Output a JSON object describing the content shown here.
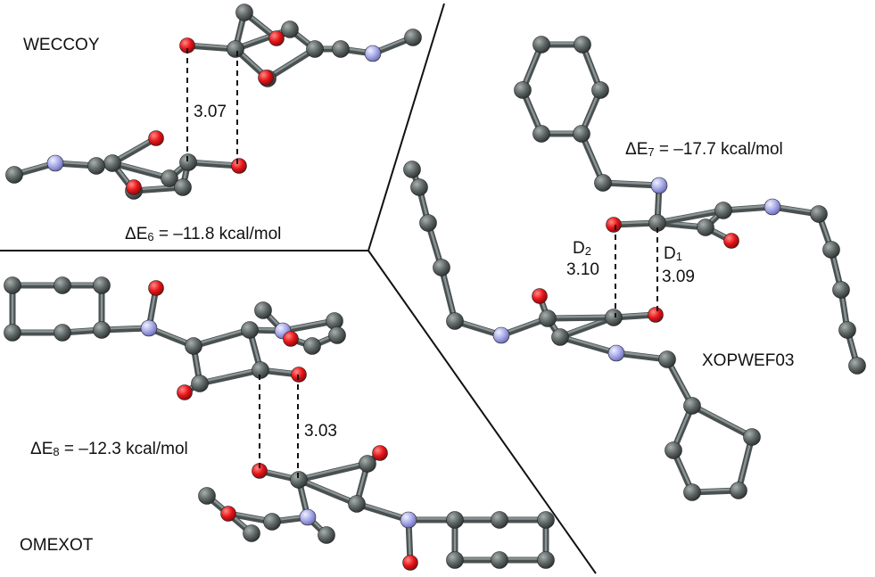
{
  "colors": {
    "carbon": "#5f6766",
    "oxygen": "#e8151a",
    "nitrogen": "#a8aaea",
    "bond": "#4a5050"
  },
  "panels": {
    "weccoy": {
      "code": "WECCOY",
      "energy_prefix": "ΔE",
      "energy_subscript": "6",
      "energy_value": " = –11.8 kcal/mol",
      "distance": "3.07"
    },
    "xopwef03": {
      "code": "XOPWEF03",
      "energy_prefix": "ΔE",
      "energy_subscript": "7",
      "energy_value": " = –17.7 kcal/mol",
      "d1_letter": "D",
      "d1_subscript": "1",
      "d1_value": "3.09",
      "d2_letter": "D",
      "d2_subscript": "2",
      "d2_value": "3.10"
    },
    "omexot": {
      "code": "OMEXOT",
      "energy_prefix": "ΔE",
      "energy_subscript": "8",
      "energy_value": " = –12.3 kcal/mol",
      "distance": "3.03"
    }
  }
}
